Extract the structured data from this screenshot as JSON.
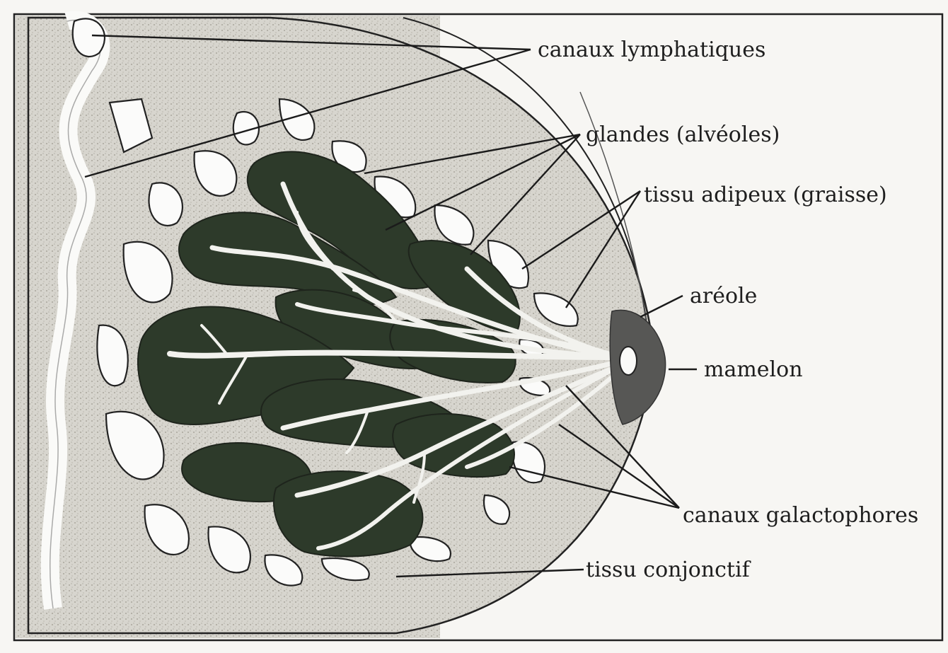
{
  "diagram": {
    "labels": {
      "lymphatic_channels": "canaux lymphatiques",
      "glands": "glandes (alvéoles)",
      "adipose_tissue": "tissu adipeux (graisse)",
      "areola": "aréole",
      "nipple": "mamelon",
      "milk_ducts": "canaux galactophores",
      "connective_tissue": "tissu conjonctif"
    }
  },
  "colors": {
    "background": "#f7f6f3",
    "tissue": "#d6d4cc",
    "breast_fill": "#dcdcd8",
    "gland_lobes": "#2d3a2a",
    "areola": "#5a5a58",
    "lines": "#1b1b1b"
  }
}
